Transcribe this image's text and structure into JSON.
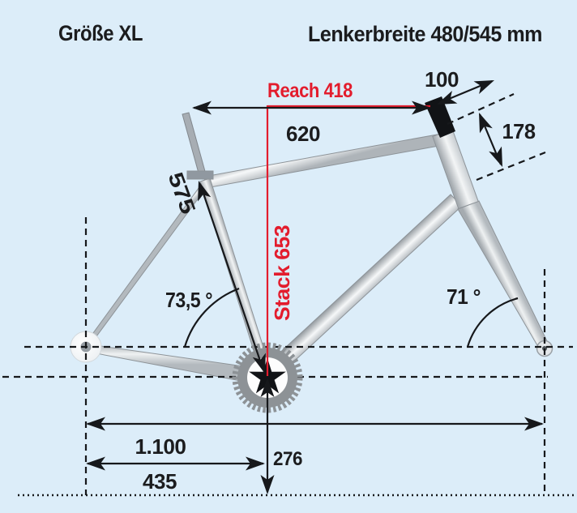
{
  "header": {
    "size_label": "Größe XL",
    "handlebar_label": "Lenkerbreite 480/545 mm"
  },
  "accent_color": "#e31c2d",
  "measurements": {
    "reach": "Reach 418",
    "stack": "Stack 653",
    "top_tube_horizontal": "620",
    "stem_length": "100",
    "head_tube_length": "178",
    "seat_tube_length": "575",
    "seat_tube_angle": "73,5 °",
    "head_tube_angle": "71 °",
    "wheelbase": "1.100",
    "chainstay_length": "435",
    "bb_drop_to_ground": "276"
  }
}
